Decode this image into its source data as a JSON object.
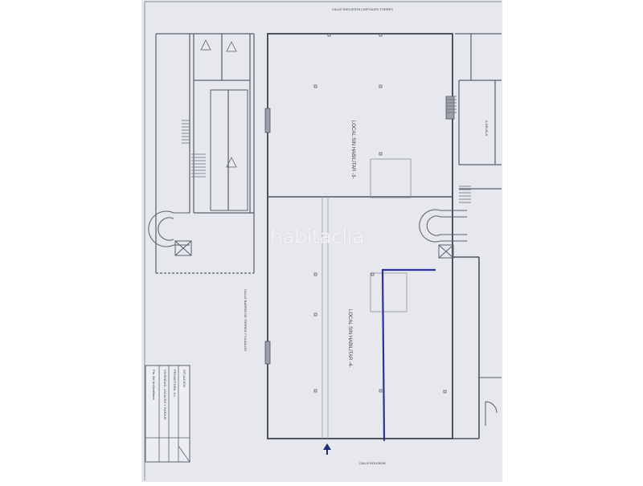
{
  "colors": {
    "paper": "#e7e8ed",
    "ink": "#5a5f6b",
    "ink_light": "#8a8f9a",
    "pen_mark": "#2d2f9e",
    "arrow": "#1d2f7a"
  },
  "labels": {
    "top_street": "CALLE ENCUESTA CAPITALEO TORRES",
    "bottom_street": "CALLE BOLEBON",
    "left_street": "CALLE BARRIO DE TORRES Y CASALDO",
    "upper_unit": "LOCAL SIN HABILITAR -3-",
    "lower_unit": "LOCAL SIN HABILITAR -4-",
    "side_room": "A.DELELA",
    "watermark": "habitaclia"
  },
  "title_block": {
    "line1": "Pta. BAJA Albañileria",
    "line2": "VIVIENDAS, LOCALES Y GARAJE",
    "line3": "PROMOTORA: S.L.",
    "line4": "SITUACION"
  },
  "icons": {
    "entrance": "up-arrow-icon",
    "stair": "spiral-stair-icon",
    "elevator": "elevator-icon"
  }
}
